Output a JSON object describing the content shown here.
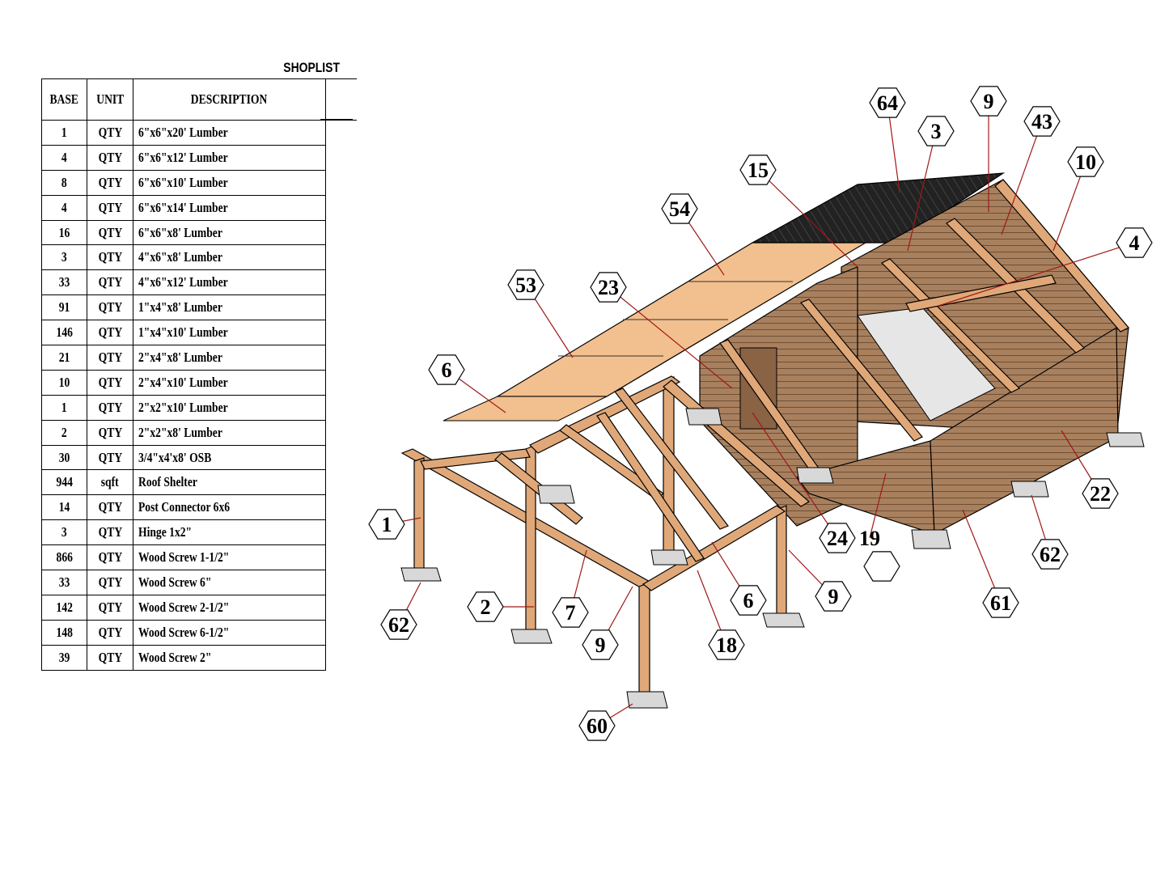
{
  "shoplist": {
    "title": "SHOPLIST",
    "headers": {
      "base": "BASE",
      "unit": "UNIT",
      "description": "DESCRIPTION"
    },
    "rows": [
      {
        "base": "1",
        "unit": "QTY",
        "description": "6\"x6\"x20' Lumber"
      },
      {
        "base": "4",
        "unit": "QTY",
        "description": "6\"x6\"x12' Lumber"
      },
      {
        "base": "8",
        "unit": "QTY",
        "description": "6\"x6\"x10' Lumber"
      },
      {
        "base": "4",
        "unit": "QTY",
        "description": "6\"x6\"x14' Lumber"
      },
      {
        "base": "16",
        "unit": "QTY",
        "description": "6\"x6\"x8' Lumber"
      },
      {
        "base": "3",
        "unit": "QTY",
        "description": "4\"x6\"x8' Lumber"
      },
      {
        "base": "33",
        "unit": "QTY",
        "description": "4\"x6\"x12' Lumber"
      },
      {
        "base": "91",
        "unit": "QTY",
        "description": "1\"x4\"x8' Lumber"
      },
      {
        "base": "146",
        "unit": "QTY",
        "description": "1\"x4\"x10' Lumber"
      },
      {
        "base": "21",
        "unit": "QTY",
        "description": "2\"x4\"x8' Lumber"
      },
      {
        "base": "10",
        "unit": "QTY",
        "description": "2\"x4\"x10' Lumber"
      },
      {
        "base": "1",
        "unit": "QTY",
        "description": "2\"x2\"x10' Lumber"
      },
      {
        "base": "2",
        "unit": "QTY",
        "description": "2\"x2\"x8' Lumber"
      },
      {
        "base": "30",
        "unit": "QTY",
        "description": "3/4\"x4'x8' OSB"
      },
      {
        "base": "944",
        "unit": "sqft",
        "description": "Roof Shelter"
      },
      {
        "base": "14",
        "unit": "QTY",
        "description": "Post Connector 6x6"
      },
      {
        "base": "3",
        "unit": "QTY",
        "description": "Hinge 1x2\""
      },
      {
        "base": "866",
        "unit": "QTY",
        "description": "Wood Screw 1-1/2\""
      },
      {
        "base": "33",
        "unit": "QTY",
        "description": "Wood Screw 6\""
      },
      {
        "base": "142",
        "unit": "QTY",
        "description": "Wood Screw 2-1/2\""
      },
      {
        "base": "148",
        "unit": "QTY",
        "description": "Wood Screw 6-1/2\""
      },
      {
        "base": "39",
        "unit": "QTY",
        "description": "Wood Screw 2\""
      }
    ]
  },
  "diagram": {
    "callouts": [
      "64",
      "9",
      "3",
      "43",
      "15",
      "10",
      "54",
      "4",
      "53",
      "23",
      "6",
      "22",
      "1",
      "24",
      "19",
      "62",
      "61",
      "2",
      "7",
      "6",
      "9",
      "9",
      "18",
      "62",
      "60",
      ""
    ],
    "colors": {
      "wood": "#e0a878",
      "wood_dark": "#b87c50",
      "wall": "#a8805e",
      "roof_osb": "#f2bf8e",
      "roof_metal": "#1e1e1e",
      "footing": "#d8d8d8",
      "leader": "#a01818"
    }
  }
}
